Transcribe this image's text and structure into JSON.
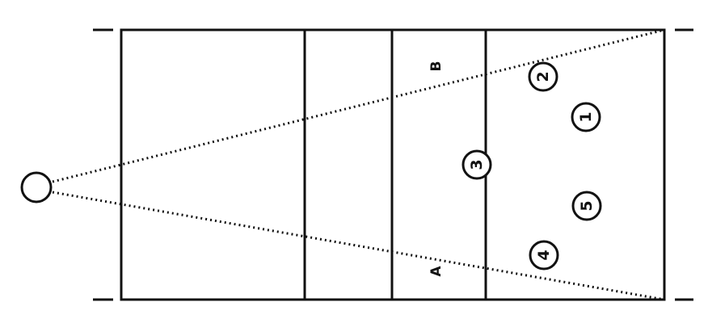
{
  "zone_labels": {
    "a": "A",
    "b": "B"
  },
  "players": [
    {
      "number": "1"
    },
    {
      "number": "2"
    },
    {
      "number": "3"
    },
    {
      "number": "4"
    },
    {
      "number": "5"
    }
  ]
}
